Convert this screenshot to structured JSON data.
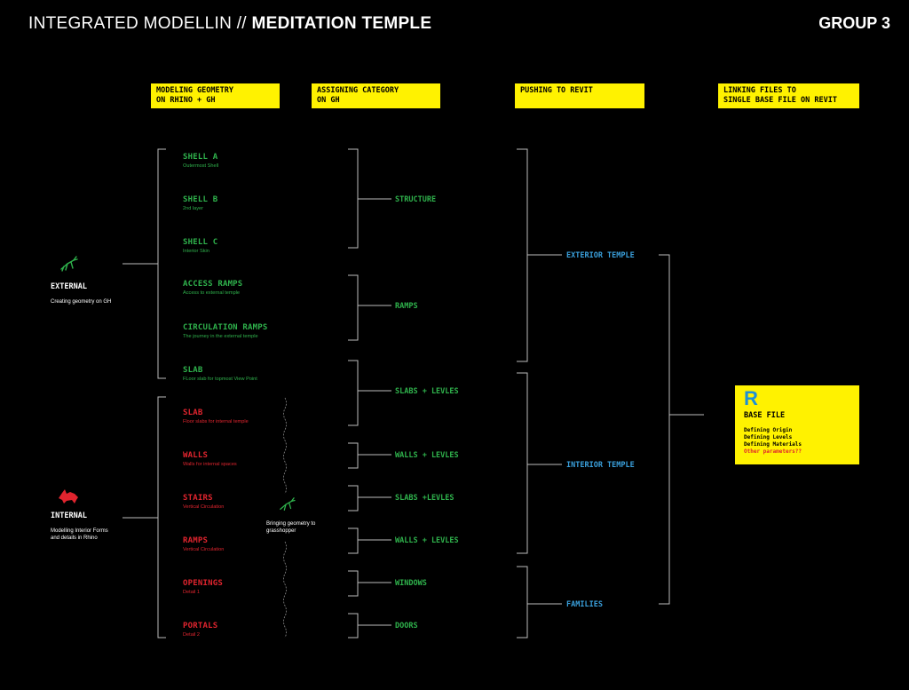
{
  "title": {
    "light": "INTEGRATED MODELLIN // ",
    "bold": "MEDITATION TEMPLE"
  },
  "group": "GROUP 3",
  "headers": [
    "MODELING GEOMETRY\nON RHINO + GH",
    "ASSIGNING CATEGORY\nON GH",
    "PUSHING TO REVIT",
    "LINKING FILES TO\nSINGLE BASE FILE ON REVIT"
  ],
  "external": {
    "title": "EXTERNAL",
    "desc": "Creating geometry on GH",
    "icon": "grasshopper-icon"
  },
  "internal": {
    "title": "INTERNAL",
    "desc": "Modelling Interior Forms and details in Rhino",
    "icon": "rhino-icon"
  },
  "external_items": [
    {
      "title": "SHELL A",
      "sub": "Outermost Shell"
    },
    {
      "title": "SHELL B",
      "sub": "2nd layer"
    },
    {
      "title": "SHELL C",
      "sub": "Interior Skin"
    },
    {
      "title": "ACCESS RAMPS",
      "sub": "Access to external temple"
    },
    {
      "title": "CIRCULATION RAMPS",
      "sub": "The journey in the external temple"
    },
    {
      "title": "SLAB",
      "sub": "FLoor slab for topmost View Point"
    }
  ],
  "internal_items": [
    {
      "title": "SLAB",
      "sub": "Floor slabs for internal temple"
    },
    {
      "title": "WALLS",
      "sub": "Walls for internal spaces"
    },
    {
      "title": "STAIRS",
      "sub": "Vertical Circulation"
    },
    {
      "title": "RAMPS",
      "sub": "Vertical Circulation"
    },
    {
      "title": "OPENINGS",
      "sub": "Detail 1"
    },
    {
      "title": "PORTALS",
      "sub": "Detail 2"
    }
  ],
  "transfer_note": "Bringing geometry to grasshopper",
  "categories": [
    "STRUCTURE",
    "RAMPS",
    "SLABS + LEVLES",
    "WALLS + LEVLES",
    "SLABS +LEVLES",
    "WALLS + LEVLES",
    "WINDOWS",
    "DOORS"
  ],
  "revit_groups": [
    "EXTERIOR TEMPLE",
    "INTERIOR TEMPLE",
    "FAMILIES"
  ],
  "base_file": {
    "logo": "R",
    "title": "BASE FILE",
    "items": [
      "Defining Origin",
      "Defining Levels",
      "Defining Materials"
    ],
    "extra": "Other parameters??"
  },
  "colors": {
    "green": "#2fb24c",
    "red": "#e0242e",
    "blue": "#3aa0dc",
    "yellow": "#fff200"
  }
}
